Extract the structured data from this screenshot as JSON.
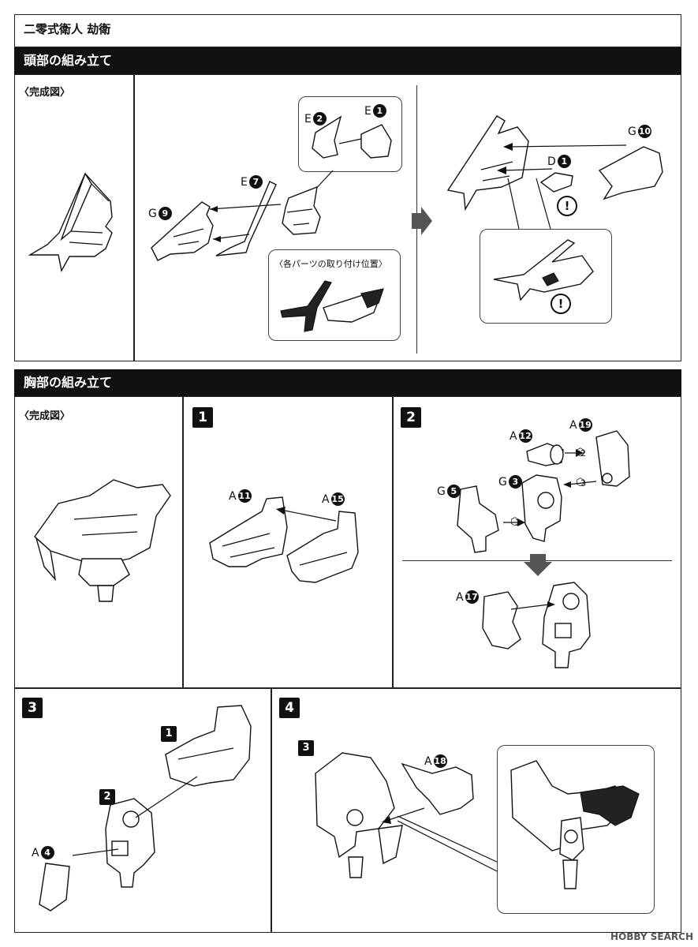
{
  "page_title": "二零式衛人 劫衛",
  "sections": {
    "head": {
      "header": "頭部の組み立て",
      "completed_label": "〈完成図〉",
      "attach_note": "〈各パーツの取り付け位置〉",
      "parts": {
        "e2": {
          "letter": "E",
          "num": "2"
        },
        "e1": {
          "letter": "E",
          "num": "1"
        },
        "e7": {
          "letter": "E",
          "num": "7"
        },
        "g9": {
          "letter": "G",
          "num": "9"
        },
        "g10": {
          "letter": "G",
          "num": "10"
        },
        "d1": {
          "letter": "D",
          "num": "1"
        }
      },
      "caution": "!"
    },
    "chest": {
      "header": "胸部の組み立て",
      "completed_label": "〈完成図〉",
      "steps": {
        "s1": {
          "label": "1",
          "parts": {
            "a11": {
              "letter": "A",
              "num": "11"
            },
            "a15": {
              "letter": "A",
              "num": "15"
            }
          }
        },
        "s2": {
          "label": "2",
          "parts": {
            "a12": {
              "letter": "A",
              "num": "12"
            },
            "a19": {
              "letter": "A",
              "num": "19"
            },
            "g3": {
              "letter": "G",
              "num": "3"
            },
            "g5": {
              "letter": "G",
              "num": "5"
            },
            "a17": {
              "letter": "A",
              "num": "17"
            }
          },
          "order": [
            "1",
            "2",
            "3"
          ]
        },
        "s3": {
          "label": "3",
          "ref1": "1",
          "ref2": "2",
          "parts": {
            "a4": {
              "letter": "A",
              "num": "4"
            }
          }
        },
        "s4": {
          "label": "4",
          "ref3": "3",
          "parts": {
            "a18": {
              "letter": "A",
              "num": "18"
            }
          }
        }
      }
    }
  },
  "watermark": "HOBBY SEARCH"
}
